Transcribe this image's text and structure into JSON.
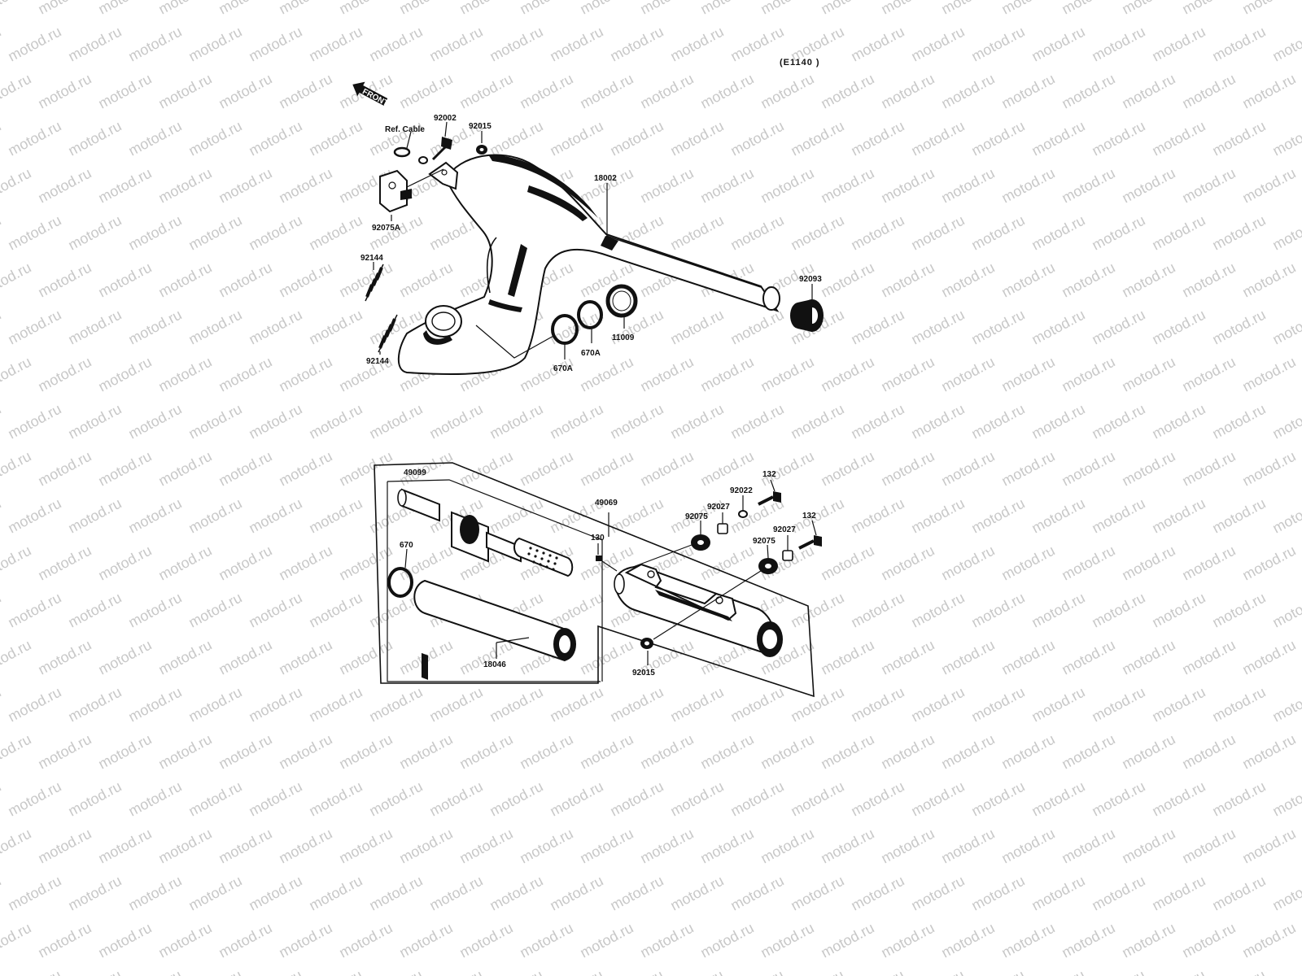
{
  "diagram_ref": "(E1140 )",
  "front_label": "FRONT",
  "watermark": "motod.ru",
  "ref_cable": "Ref. Cable",
  "labels": {
    "l92002": "92002",
    "l92015_top": "92015",
    "l18002": "18002",
    "l92075A": "92075A",
    "l92144_a": "92144",
    "l92144_b": "92144",
    "l92093": "92093",
    "l11009": "11009",
    "l670A_a": "670A",
    "l670A_b": "670A",
    "l49099": "49099",
    "l49069": "49069",
    "l670": "670",
    "l18046": "18046",
    "l130": "130",
    "l92075_a": "92075",
    "l92075_b": "92075",
    "l92027_a": "92027",
    "l92027_b": "92027",
    "l92022": "92022",
    "l132_a": "132",
    "l132_b": "132",
    "l92015_bottom": "92015"
  }
}
